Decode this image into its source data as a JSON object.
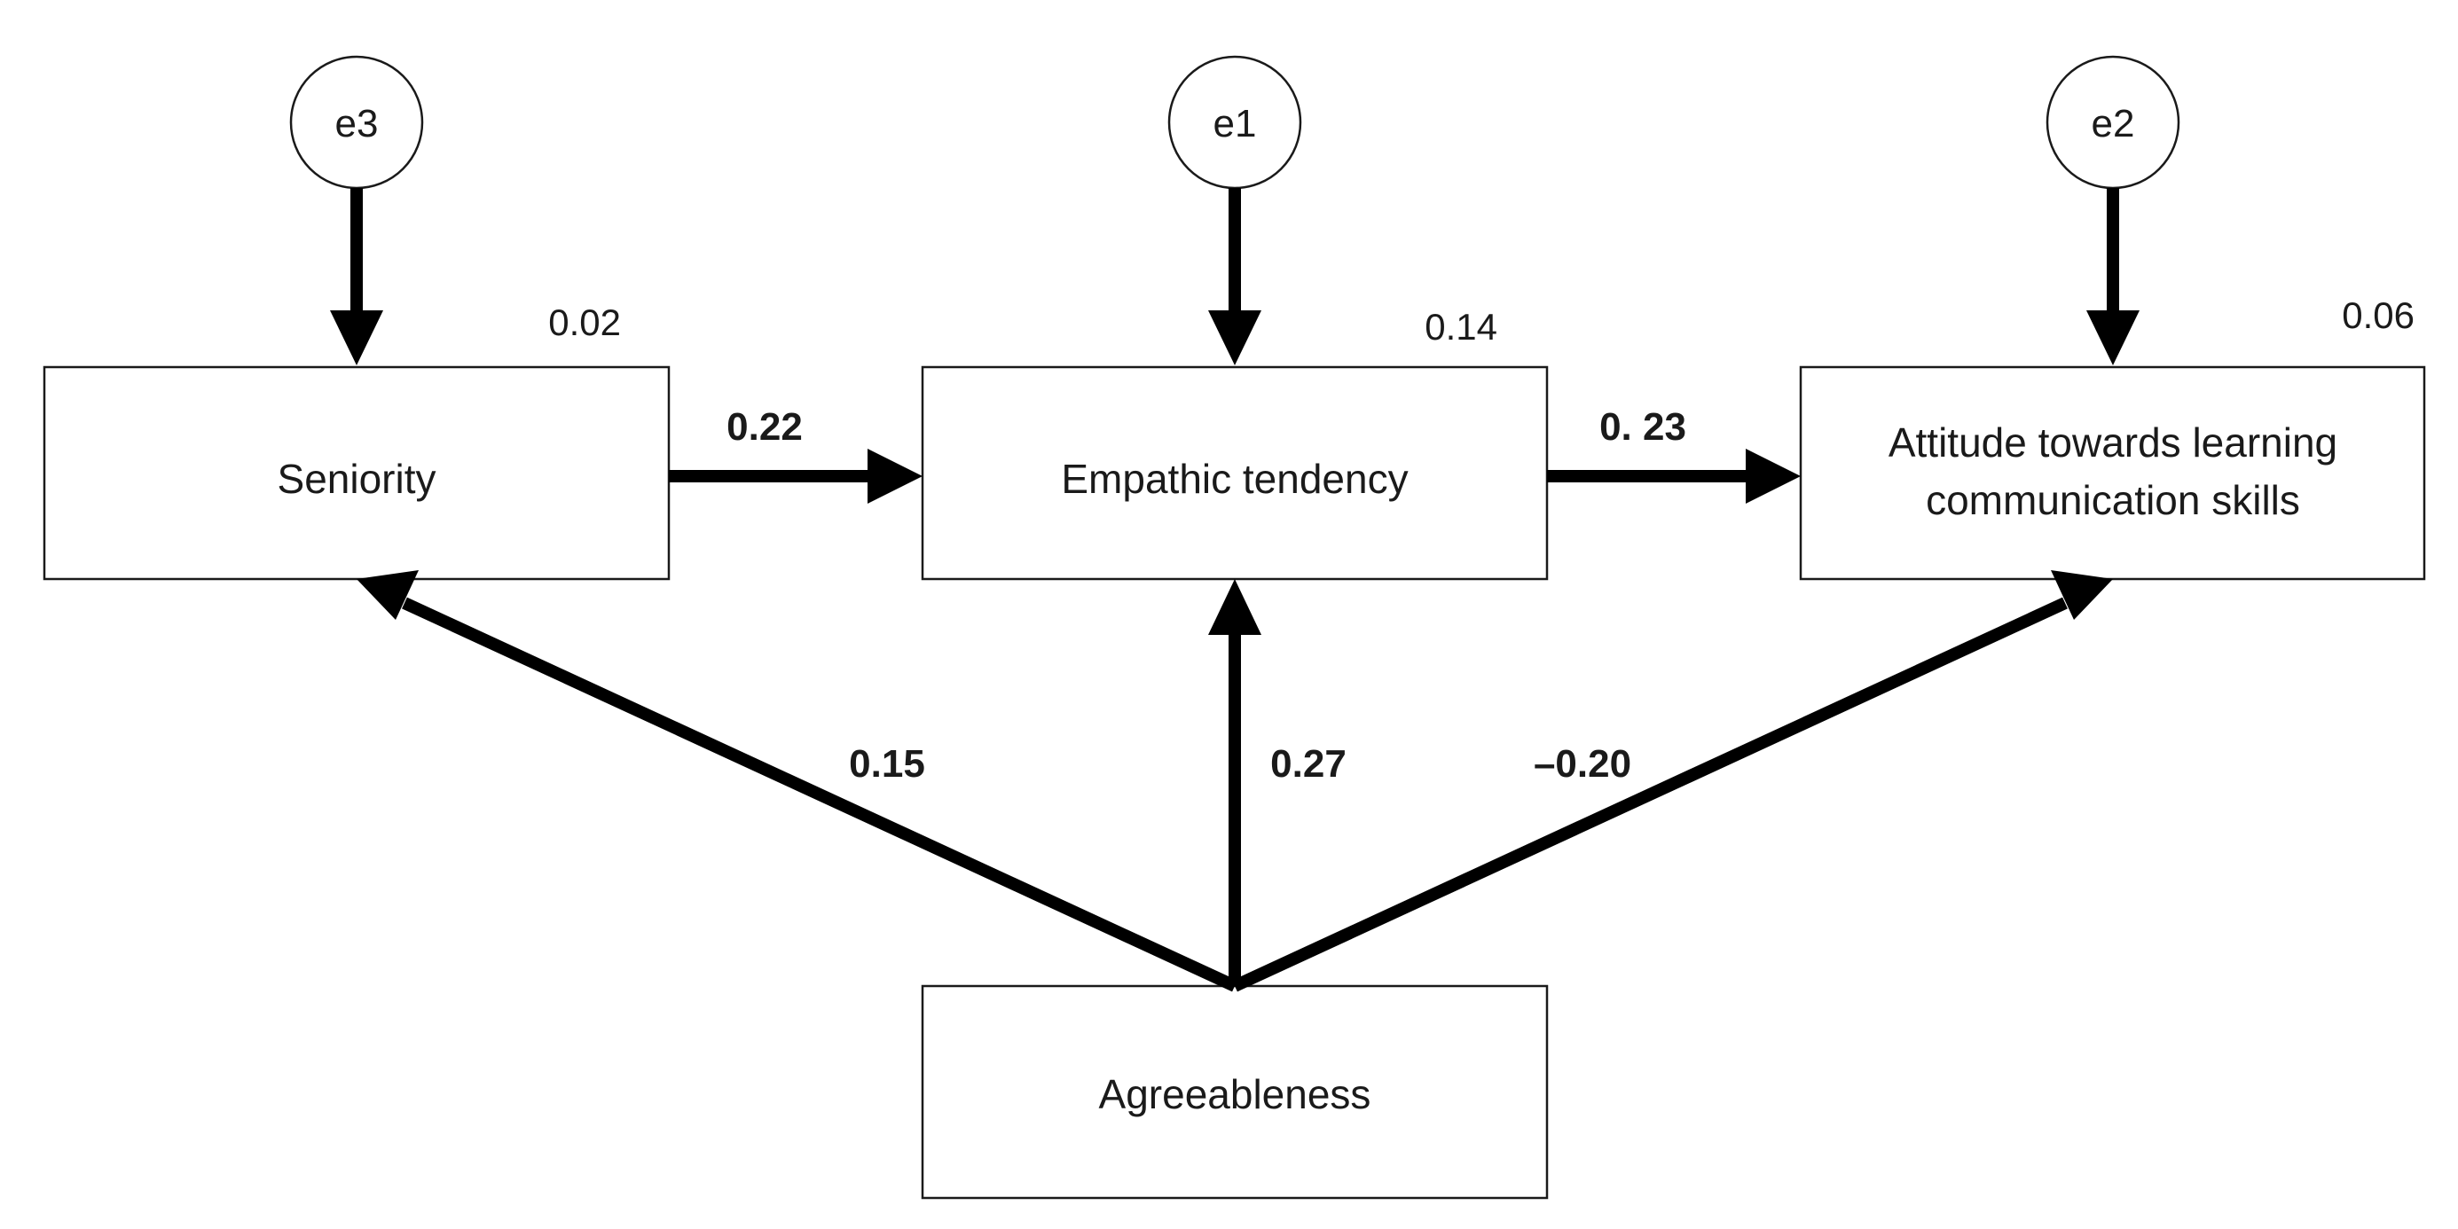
{
  "nodes": {
    "seniority": {
      "label": "Seniority",
      "r2": "0.02"
    },
    "empathy": {
      "label": "Empathic tendency",
      "r2": "0.14"
    },
    "attitude": {
      "label_line1": "Attitude towards learning",
      "label_line2": "communication skills",
      "r2": "0.06"
    },
    "agreeableness": {
      "label": "Agreeableness"
    }
  },
  "errors": {
    "e3": "e3",
    "e1": "e1",
    "e2": "e2"
  },
  "paths": {
    "seniority_to_empathy": "0.22",
    "empathy_to_attitude": "0. 23",
    "agree_to_seniority": "0.15",
    "agree_to_empathy": "0.27",
    "agree_to_attitude": "–0.20"
  },
  "colors": {
    "arrow": "#000000",
    "stroke": "#1a1a1a",
    "background": "#ffffff"
  }
}
